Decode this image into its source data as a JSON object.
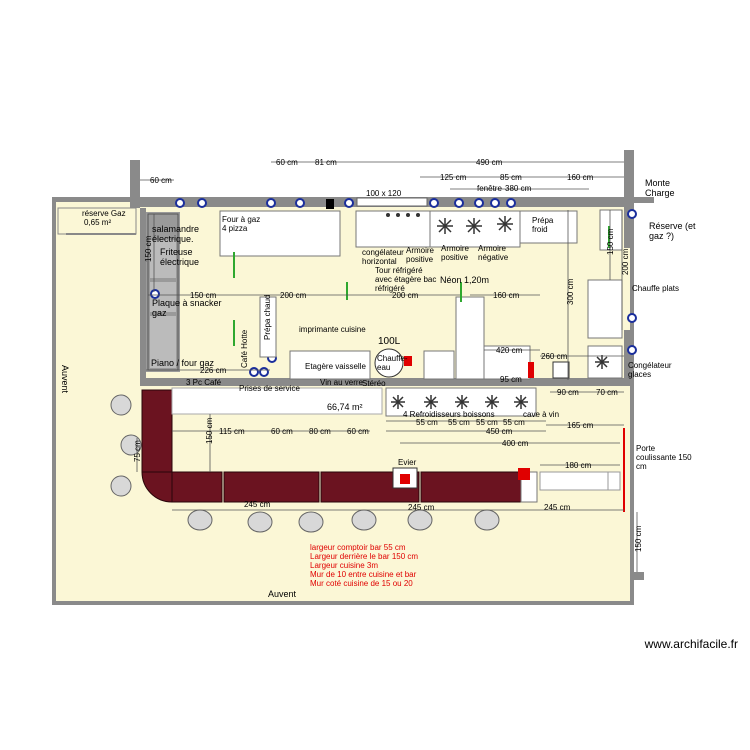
{
  "credit": "www.archifacile.fr",
  "labels": {
    "reserve_gaz": "réserve Gaz",
    "reserve_area": "0,65 m²",
    "salamandre": "salamandre électrique.",
    "friteuse": "Friteuse électrique",
    "plaque": "Plaque à snacker gaz",
    "piano": "Piano / four gaz",
    "four_gaz": "Four à gaz 4 pizza",
    "prepa_chaud": "Prépa chaud",
    "cafe_hotte": "Café Hotte",
    "imprimante": "imprimante cuisine",
    "etagere": "Etagère vaisselle",
    "chauffe_eau": "Chauffe-eau",
    "chauffe_100l": "100L",
    "congelateur_h": "congélateur horizontal",
    "armoire_pos1": "Armoire positive",
    "armoire_pos2": "Armoire positive",
    "armoire_neg": "Armoire négative",
    "prepa_froid": "Prépa froid",
    "tour_refrig": "Tour réfrigéré avec étagère bac réfrigéré",
    "neon": "Néon 1,20m",
    "fenetre": "fenêtre",
    "monte_charge": "Monte Charge",
    "reserve_gaz2": "Réserve (et gaz ?)",
    "chauffe_plats": "Chauffe plats",
    "congelateur_glaces": "Congélateur glaces",
    "pc_cafe": "3 Pc Café",
    "prises": "Prises de service",
    "vin": "Vin au verre",
    "stereo": "Stéréo",
    "surface": "66,74 m²",
    "refroidisseurs": "4 Refroidisseurs boissons",
    "cave_vin": "cave à vin",
    "porte": "Porte coulissante 150 cm",
    "evier": "Evier",
    "auvent_left": "Auvent",
    "auvent_bottom": "Auvent"
  },
  "dimensions": {
    "d60a": "60 cm",
    "d60b": "60 cm",
    "d81": "81 cm",
    "d490": "490 cm",
    "d125": "125 cm",
    "d85": "85 cm",
    "d160a": "160 cm",
    "d380": "380 cm",
    "d100x120": "100 x 120",
    "d150a": "150 cm",
    "d200a": "200 cm",
    "d200b": "200 cm",
    "d160b": "160 cm",
    "d150v1": "150 cm",
    "d300v": "300 cm",
    "d150v2": "150 cm",
    "d200v": "200 cm",
    "d226": "226 cm",
    "d420": "420 cm",
    "d260": "260 cm",
    "d95": "95 cm",
    "d90": "90 cm",
    "d70": "70 cm",
    "d115": "115 cm",
    "d60c": "60 cm",
    "d80": "80 cm",
    "d60d": "60 cm",
    "d150v3": "150 cm",
    "d55a": "55 cm",
    "d55b": "55 cm",
    "d55c": "55 cm",
    "d55d": "55 cm",
    "d450": "450 cm",
    "d165": "165 cm",
    "d400": "400 cm",
    "d180": "180 cm",
    "d75": "75 cm",
    "d245a": "245 cm",
    "d245b": "245 cm",
    "d245c": "245 cm",
    "d150v4": "150 cm"
  },
  "notes": [
    "largeur comptoir bar 55 cm",
    "Largeur derrière le bar 150 cm",
    "Largeur cuisine 3m",
    "Mur de 10 entre cuisine et bar",
    "Mur coté cuisine de 15 ou 20"
  ]
}
